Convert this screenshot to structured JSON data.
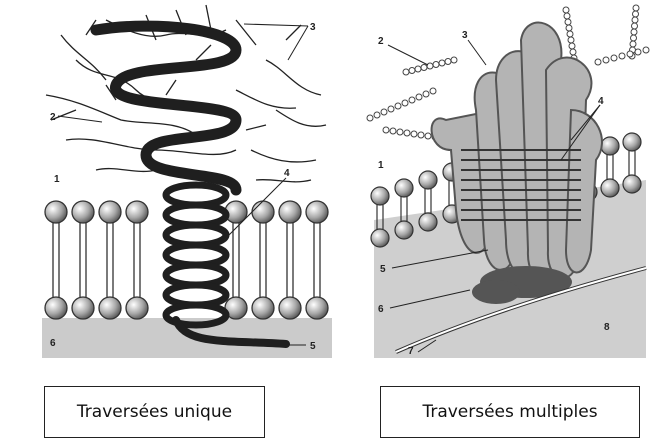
{
  "left_diagram": {
    "labels": [
      "1",
      "2",
      "3",
      "4",
      "5",
      "6"
    ]
  },
  "right_diagram": {
    "labels": [
      "1",
      "2",
      "3",
      "4",
      "5",
      "6",
      "7",
      "8"
    ]
  },
  "captions": {
    "single": "Traversées unique",
    "multiple": "Traversées multiples"
  },
  "colors": {
    "helix": "#1f1f1f",
    "lipid_head": "#9a9a9a",
    "cytoplasm": "#cfcfcf",
    "loops": "#b4b4b4"
  }
}
